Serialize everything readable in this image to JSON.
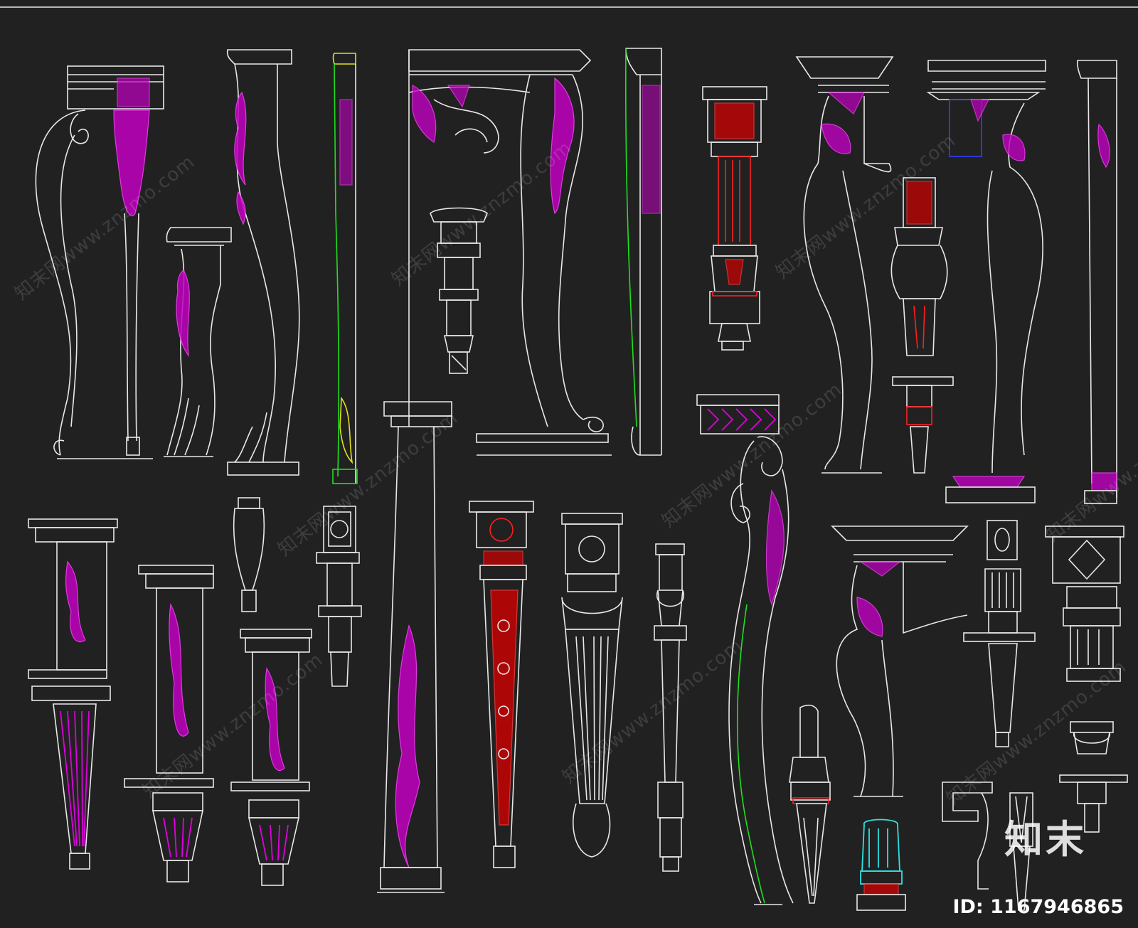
{
  "watermark": {
    "site_text": "www.znzmo.com",
    "brand_text": "知末网"
  },
  "branding": {
    "logo_text": "知末",
    "id_text": "ID: 1167946865"
  },
  "colors": {
    "background": "#212121",
    "line_white": "#e8e8e8",
    "accent_magenta": "#e000e0",
    "accent_red": "#ff2020",
    "accent_green": "#20e020",
    "accent_cyan": "#30e0e0",
    "accent_yellow": "#e0e020",
    "accent_blue": "#3040ff"
  }
}
